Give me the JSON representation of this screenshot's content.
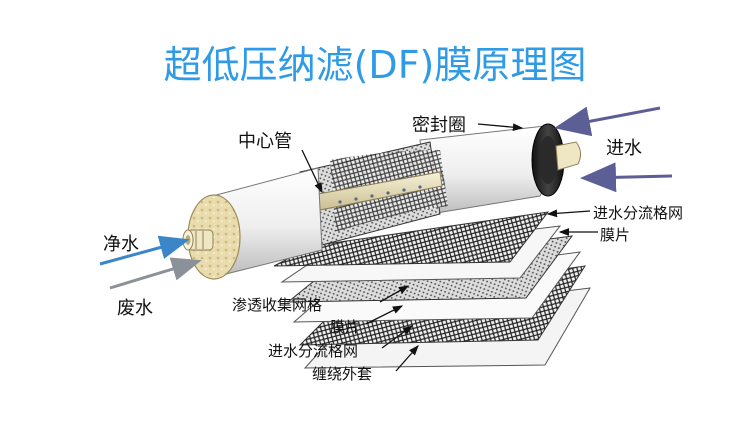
{
  "title": "超低压纳滤(DF)膜原理图",
  "labels": {
    "center_tube": "中心管",
    "seal_ring": "密封圈",
    "water_in": "进水",
    "pure_water": "净水",
    "waste_water": "废水",
    "inlet_spacer_right": "进水分流格网",
    "membrane_right": "膜片",
    "permeate_spacer": "渗透收集网格",
    "membrane_bottom": "膜片",
    "inlet_spacer_bottom": "进水分流格网",
    "outer_wrap": "缠绕外套"
  },
  "colors": {
    "title": "#2f9be6",
    "flow_arrow_blue": "#3a86c8",
    "flow_arrow_gray": "#8a9199",
    "inlet_arrow": "#5b5f95"
  }
}
